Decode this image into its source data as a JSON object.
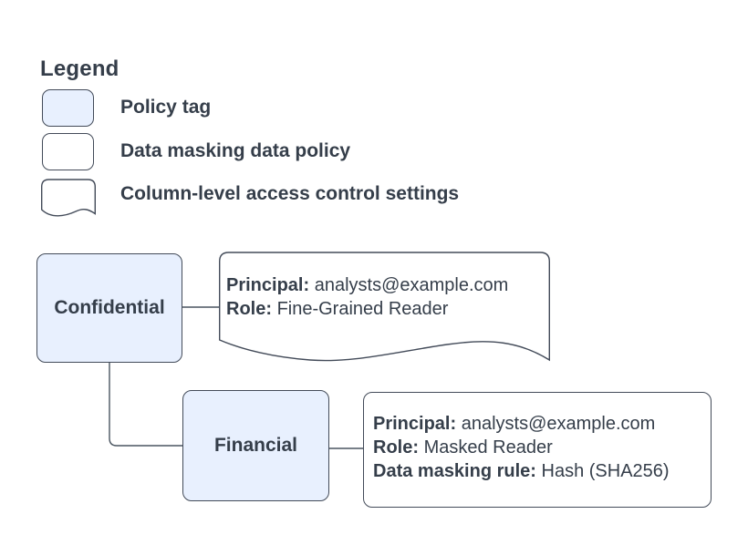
{
  "colors": {
    "node_fill": "#E8F0FE",
    "node_border": "#434B59",
    "text": "#353E4A",
    "connector": "#4A5560",
    "background": "#FFFFFF"
  },
  "legend": {
    "title": "Legend",
    "items": [
      {
        "swatch": "policy-tag-swatch",
        "label": "Policy tag"
      },
      {
        "swatch": "data-masking-policy-swatch",
        "label": "Data masking data policy"
      },
      {
        "swatch": "access-control-swatch",
        "label": "Column-level access control settings"
      }
    ]
  },
  "diagram": {
    "nodes": {
      "confidential": {
        "label": "Confidential"
      },
      "financial": {
        "label": "Financial"
      }
    },
    "access_control_note": {
      "lines": [
        {
          "label": "Principal:",
          "value": "analysts@example.com"
        },
        {
          "label": "Role:",
          "value": "Fine-Grained Reader"
        }
      ]
    },
    "data_policy_note": {
      "lines": [
        {
          "label": "Principal:",
          "value": "analysts@example.com"
        },
        {
          "label": "Role:",
          "value": "Masked Reader"
        },
        {
          "label": "Data masking rule:",
          "value": "Hash (SHA256)"
        }
      ]
    }
  }
}
